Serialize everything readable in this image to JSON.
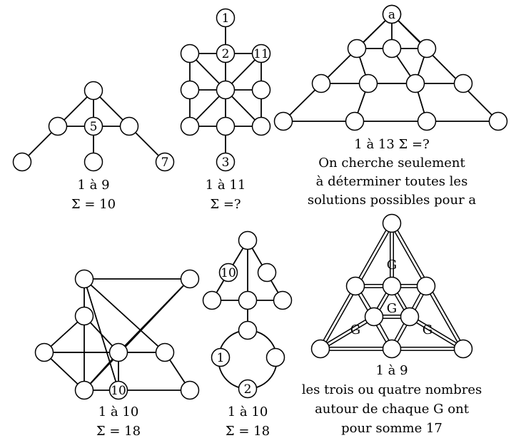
{
  "puzzles": [
    {
      "id": "p1",
      "node_labels": [
        "",
        "5",
        "",
        "",
        "",
        "",
        "7"
      ],
      "caption": [
        "1 à 9",
        "Σ = 10"
      ]
    },
    {
      "id": "p2",
      "node_labels": [
        "1",
        "",
        "2",
        "11",
        "",
        "",
        "",
        "",
        "",
        "",
        "3"
      ],
      "caption": [
        "1 à 11",
        "Σ =?"
      ]
    },
    {
      "id": "p3",
      "node_labels": [
        "a",
        "",
        "",
        "",
        "",
        "",
        "",
        "",
        "",
        "",
        "",
        "",
        ""
      ],
      "caption": [
        "1 à 13    Σ =?",
        "On cherche seulement",
        "à déterminer toutes les",
        "solutions possibles pour a"
      ]
    },
    {
      "id": "p4",
      "node_labels": [
        "",
        "",
        "",
        "",
        "",
        "",
        "",
        "10",
        "",
        ""
      ],
      "caption": [
        "1 à 10",
        "Σ = 18"
      ]
    },
    {
      "id": "p5",
      "node_labels": [
        "",
        "10",
        "",
        "",
        "",
        "",
        "",
        "1",
        "",
        "2"
      ],
      "caption": [
        "1 à 10",
        "Σ = 18"
      ]
    },
    {
      "id": "p6",
      "node_labels": [
        "",
        "",
        "",
        "",
        "",
        "",
        "",
        "",
        ""
      ],
      "g_labels": [
        "G",
        "G",
        "G",
        "G"
      ],
      "caption": [
        "1 à 9",
        "les trois ou quatre nombres",
        "autour de chaque G ont",
        "pour somme 17"
      ]
    }
  ]
}
